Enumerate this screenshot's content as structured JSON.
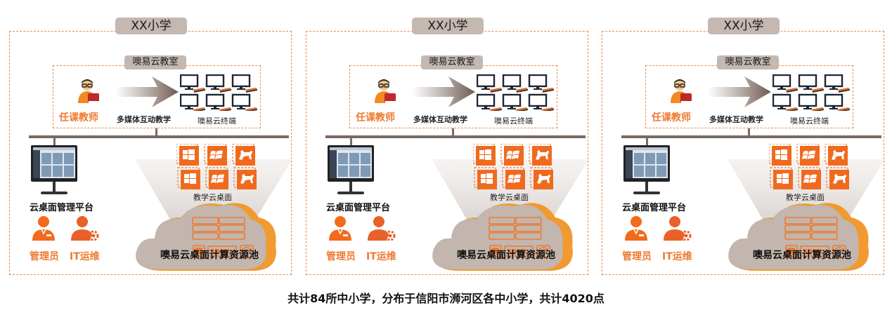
{
  "schools": [
    {
      "title": "XX小学",
      "classroom": {
        "title": "噢易云教室",
        "teacher_label": "任课教师",
        "multimedia_label": "多媒体互动教学",
        "terminal_label": "噢易云终端"
      },
      "management_label": "云桌面管理平台",
      "admin_label": "管理员",
      "it_label": "IT运维",
      "desktop_label": "教学云桌面",
      "pool_label": "噢易云桌面计算资源池"
    },
    {
      "title": "XX小学",
      "classroom": {
        "title": "噢易云教室",
        "teacher_label": "任课教师",
        "multimedia_label": "多媒体互动教学",
        "terminal_label": "噢易云终端"
      },
      "management_label": "云桌面管理平台",
      "admin_label": "管理员",
      "it_label": "IT运维",
      "desktop_label": "教学云桌面",
      "pool_label": "噢易云桌面计算资源池"
    },
    {
      "title": "XX小学",
      "classroom": {
        "title": "噢易云教室",
        "teacher_label": "任课教师",
        "multimedia_label": "多媒体互动教学",
        "terminal_label": "噢易云终端"
      },
      "management_label": "云桌面管理平台",
      "admin_label": "管理员",
      "it_label": "IT运维",
      "desktop_label": "教学云桌面",
      "pool_label": "噢易云桌面计算资源池"
    }
  ],
  "footer": "共计84所中小学，分布于信阳市浉河区各中小学，共计4020点",
  "colors": {
    "accent_orange": "#ee7a30",
    "dashed_border": "#ee8a43",
    "tab_bg": "#c4b8b1",
    "line_brown": "#7a6a62",
    "cloud_gray": "#c2b6ae",
    "cloud_orange": "#f09a30"
  },
  "icons": {
    "teacher": "teacher-icon",
    "terminal": "monitor-terminal-icon",
    "os_tiles": [
      "windows10-icon",
      "windows-xp-icon",
      "kylin-horse-icon"
    ],
    "server": "server-rack-icon",
    "cpu": "cpu-icon",
    "memory": "memory-icon",
    "disk": "disk-icon"
  }
}
